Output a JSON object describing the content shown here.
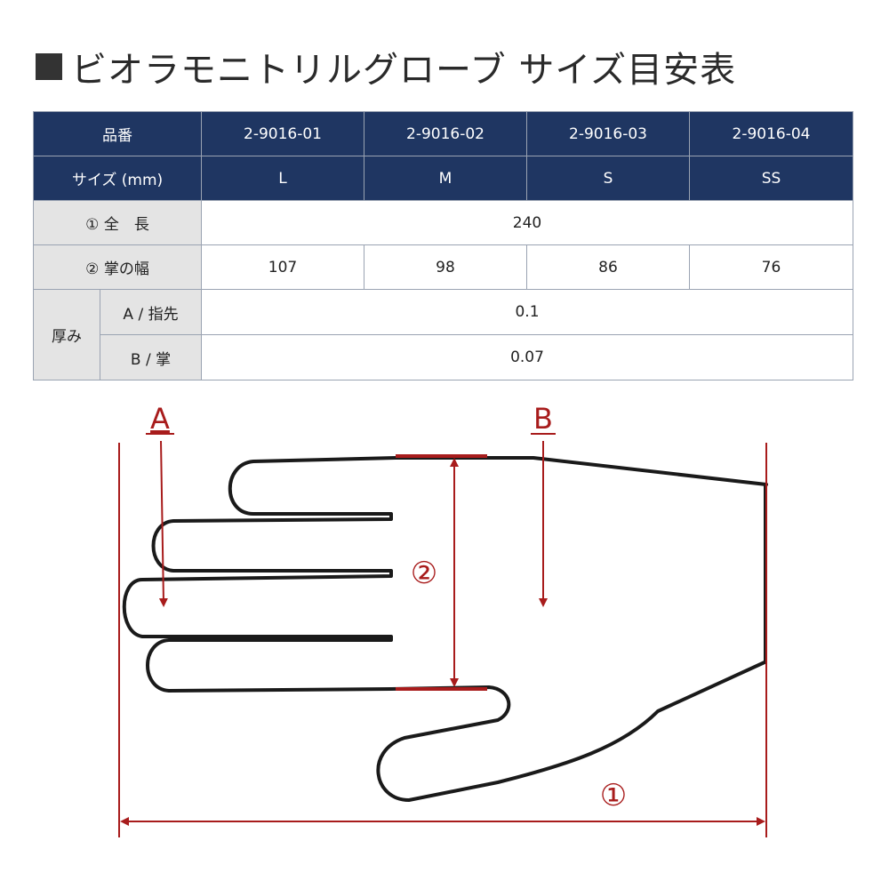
{
  "title": "ビオラモニトリルグローブ サイズ目安表",
  "table": {
    "part_label": "品番",
    "part_numbers": [
      "2-9016-01",
      "2-9016-02",
      "2-9016-03",
      "2-9016-04"
    ],
    "size_label": "サイズ (mm)",
    "sizes": [
      "L",
      "M",
      "S",
      "SS"
    ],
    "total_length_label": "① 全　長",
    "total_length_value": "240",
    "palm_width_label": "② 掌の幅",
    "palm_width_values": [
      "107",
      "98",
      "86",
      "76"
    ],
    "thickness_label": "厚み",
    "thickness_a_label": "A / 指先",
    "thickness_a_value": "0.1",
    "thickness_b_label": "B / 掌",
    "thickness_b_value": "0.07"
  },
  "diagram": {
    "label_a": "A",
    "label_b": "B",
    "label_palm_width": "②",
    "label_total_length": "①"
  },
  "colors": {
    "header_bg": "#1f3662",
    "label_bg": "#e4e4e4",
    "accent_red": "#a81c1c",
    "outline": "#1a1a1a"
  }
}
